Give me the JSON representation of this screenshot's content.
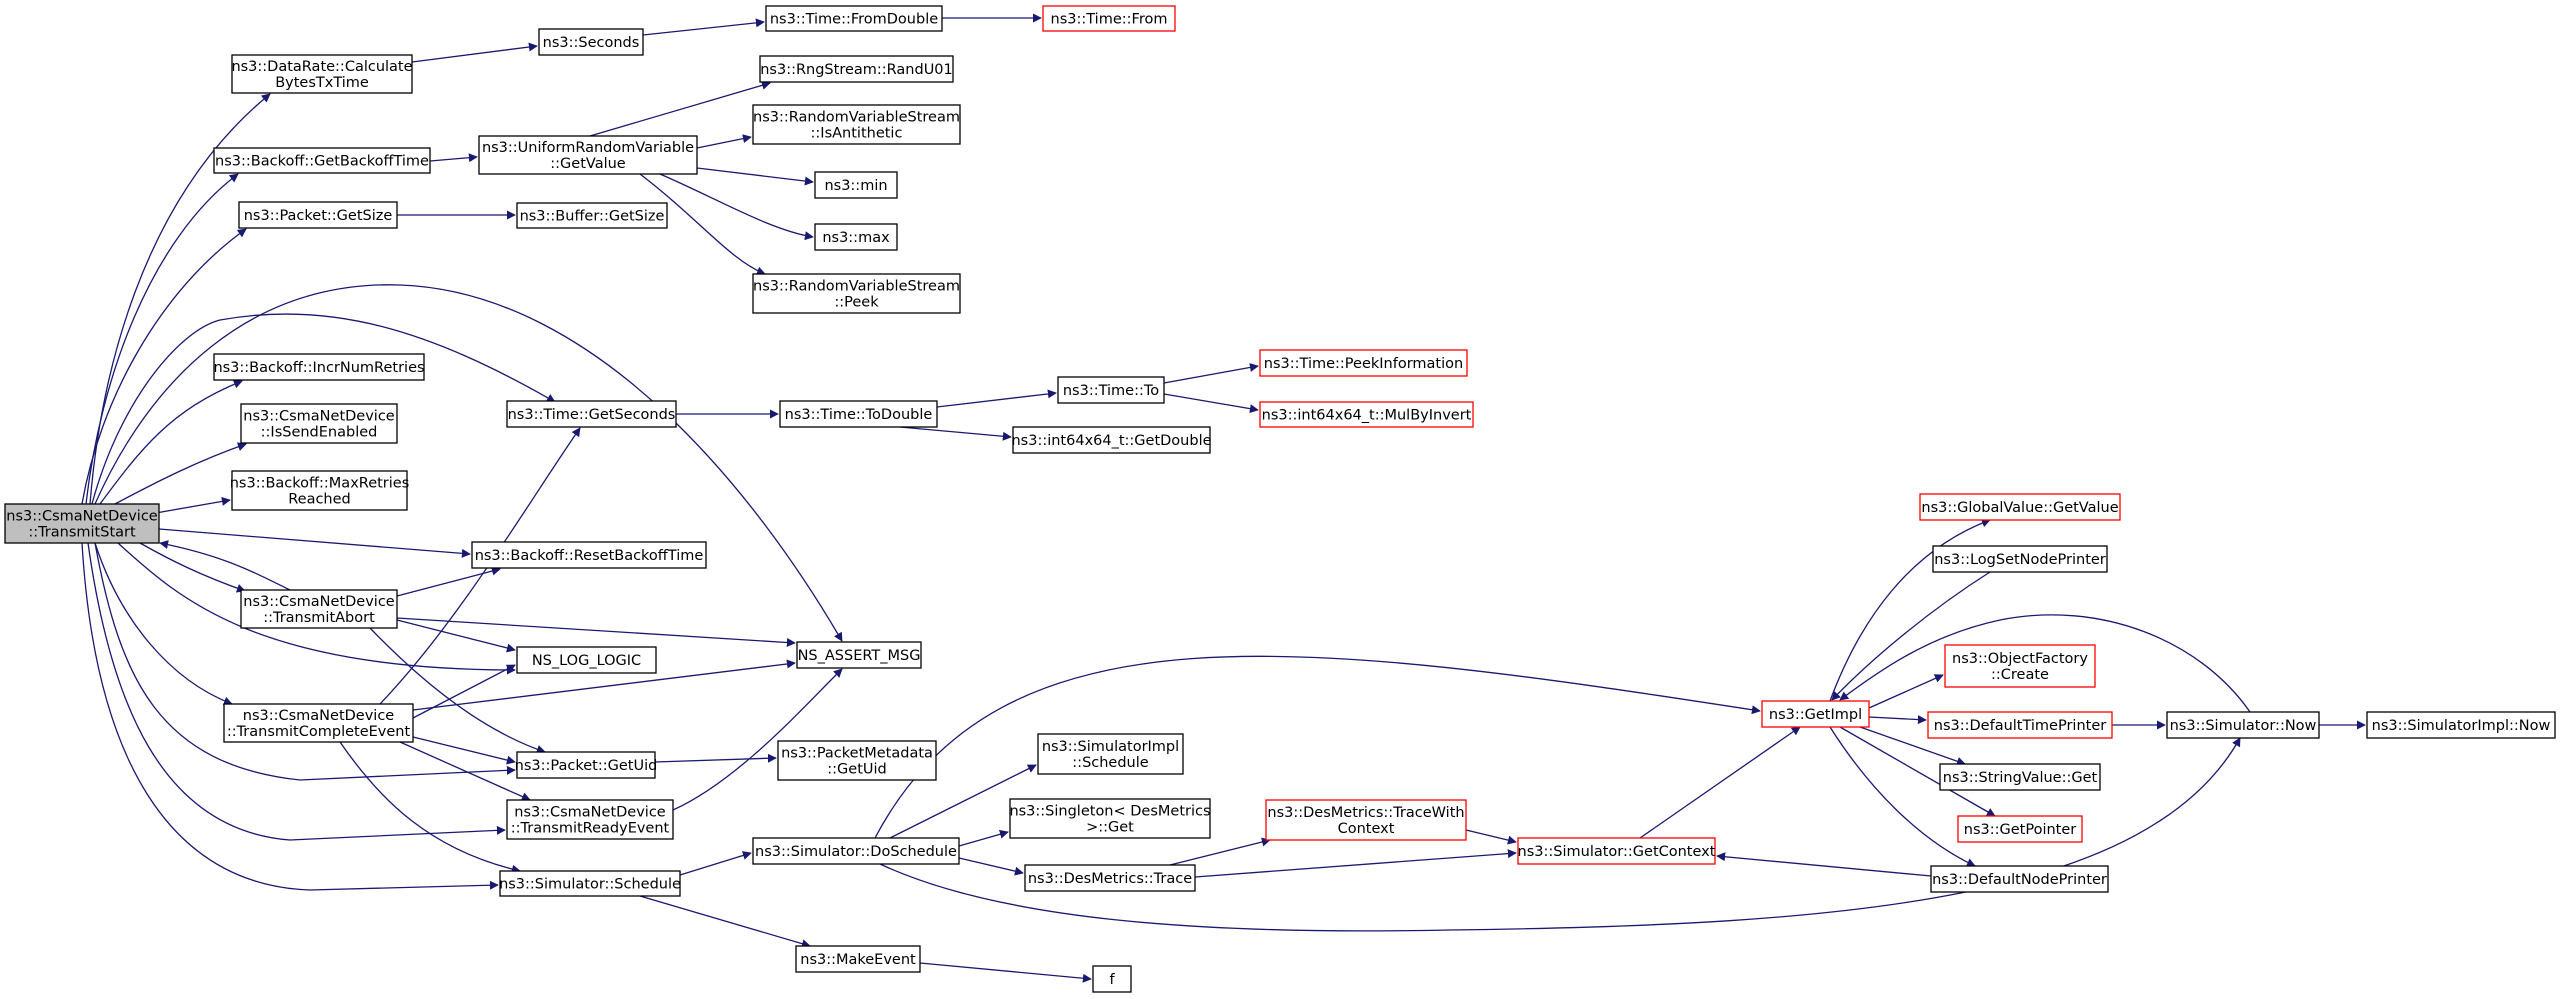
{
  "colors": {
    "edge": "#191970",
    "node_border": "#000000",
    "node_truncated_border": "#ff0000",
    "node_fill": "#ffffff",
    "root_fill": "#bfbfbf",
    "text": "#000000"
  },
  "nodes": [
    {
      "id": "root",
      "lines": [
        "ns3::CsmaNetDevice",
        "::TransmitStart"
      ],
      "root": true
    },
    {
      "id": "calcbytes",
      "lines": [
        "ns3::DataRate::Calculate",
        "BytesTxTime"
      ]
    },
    {
      "id": "getbackoff",
      "lines": [
        "ns3::Backoff::GetBackoffTime"
      ]
    },
    {
      "id": "pktgetsize",
      "lines": [
        "ns3::Packet::GetSize"
      ]
    },
    {
      "id": "incrnum",
      "lines": [
        "ns3::Backoff::IncrNumRetries"
      ]
    },
    {
      "id": "issend",
      "lines": [
        "ns3::CsmaNetDevice",
        "::IsSendEnabled"
      ]
    },
    {
      "id": "maxret",
      "lines": [
        "ns3::Backoff::MaxRetries",
        "Reached"
      ]
    },
    {
      "id": "txabort",
      "lines": [
        "ns3::CsmaNetDevice",
        "::TransmitAbort"
      ]
    },
    {
      "id": "txcomplete",
      "lines": [
        "ns3::CsmaNetDevice",
        "::TransmitCompleteEvent"
      ]
    },
    {
      "id": "seconds",
      "lines": [
        "ns3::Seconds"
      ]
    },
    {
      "id": "fromdouble",
      "lines": [
        "ns3::Time::FromDouble"
      ]
    },
    {
      "id": "timefrom",
      "lines": [
        "ns3::Time::From"
      ],
      "truncated": true
    },
    {
      "id": "uniform",
      "lines": [
        "ns3::UniformRandomVariable",
        "::GetValue"
      ]
    },
    {
      "id": "randu01",
      "lines": [
        "ns3::RngStream::RandU01"
      ]
    },
    {
      "id": "isanti",
      "lines": [
        "ns3::RandomVariableStream",
        "::IsAntithetic"
      ]
    },
    {
      "id": "min",
      "lines": [
        "ns3::min"
      ]
    },
    {
      "id": "max",
      "lines": [
        "ns3::max"
      ]
    },
    {
      "id": "peek",
      "lines": [
        "ns3::RandomVariableStream",
        "::Peek"
      ]
    },
    {
      "id": "bufgetsize",
      "lines": [
        "ns3::Buffer::GetSize"
      ]
    },
    {
      "id": "getseconds",
      "lines": [
        "ns3::Time::GetSeconds"
      ]
    },
    {
      "id": "todouble",
      "lines": [
        "ns3::Time::ToDouble"
      ]
    },
    {
      "id": "timeto",
      "lines": [
        "ns3::Time::To"
      ]
    },
    {
      "id": "peekinfo",
      "lines": [
        "ns3::Time::PeekInformation"
      ],
      "truncated": true
    },
    {
      "id": "mulbyinvert",
      "lines": [
        "ns3::int64x64_t::MulByInvert"
      ],
      "truncated": true
    },
    {
      "id": "getdouble",
      "lines": [
        "ns3::int64x64_t::GetDouble"
      ]
    },
    {
      "id": "resetbackoff",
      "lines": [
        "ns3::Backoff::ResetBackoffTime"
      ]
    },
    {
      "id": "nslog",
      "lines": [
        "NS_LOG_LOGIC"
      ]
    },
    {
      "id": "assert",
      "lines": [
        "NS_ASSERT_MSG"
      ]
    },
    {
      "id": "getuid",
      "lines": [
        "ns3::Packet::GetUid"
      ]
    },
    {
      "id": "pmgetuid",
      "lines": [
        "ns3::PacketMetadata",
        "::GetUid"
      ]
    },
    {
      "id": "txready",
      "lines": [
        "ns3::CsmaNetDevice",
        "::TransmitReadyEvent"
      ]
    },
    {
      "id": "schedule",
      "lines": [
        "ns3::Simulator::Schedule"
      ]
    },
    {
      "id": "doschedule",
      "lines": [
        "ns3::Simulator::DoSchedule"
      ]
    },
    {
      "id": "implschedule",
      "lines": [
        "ns3::SimulatorImpl",
        "::Schedule"
      ]
    },
    {
      "id": "singleton",
      "lines": [
        "ns3::Singleton< DesMetrics",
        ">::Get"
      ]
    },
    {
      "id": "destrace",
      "lines": [
        "ns3::DesMetrics::Trace"
      ]
    },
    {
      "id": "tracewith",
      "lines": [
        "ns3::DesMetrics::TraceWith",
        "Context"
      ],
      "truncated": true
    },
    {
      "id": "getcontext",
      "lines": [
        "ns3::Simulator::GetContext"
      ],
      "truncated": true
    },
    {
      "id": "makeevent",
      "lines": [
        "ns3::MakeEvent"
      ]
    },
    {
      "id": "f",
      "lines": [
        "f"
      ]
    },
    {
      "id": "getimpl",
      "lines": [
        "ns3::GetImpl"
      ],
      "truncated": true
    },
    {
      "id": "gvgetvalue",
      "lines": [
        "ns3::GlobalValue::GetValue"
      ],
      "truncated": true
    },
    {
      "id": "lognodeprinter",
      "lines": [
        "ns3::LogSetNodePrinter"
      ]
    },
    {
      "id": "objfactory",
      "lines": [
        "ns3::ObjectFactory",
        "::Create"
      ],
      "truncated": true
    },
    {
      "id": "deftimeprinter",
      "lines": [
        "ns3::DefaultTimePrinter"
      ],
      "truncated": true
    },
    {
      "id": "stringvalue",
      "lines": [
        "ns3::StringValue::Get"
      ]
    },
    {
      "id": "getpointer",
      "lines": [
        "ns3::GetPointer"
      ],
      "truncated": true
    },
    {
      "id": "defnodeprinter",
      "lines": [
        "ns3::DefaultNodePrinter"
      ]
    },
    {
      "id": "simnow",
      "lines": [
        "ns3::Simulator::Now"
      ]
    },
    {
      "id": "implnow",
      "lines": [
        "ns3::SimulatorImpl::Now"
      ]
    }
  ]
}
